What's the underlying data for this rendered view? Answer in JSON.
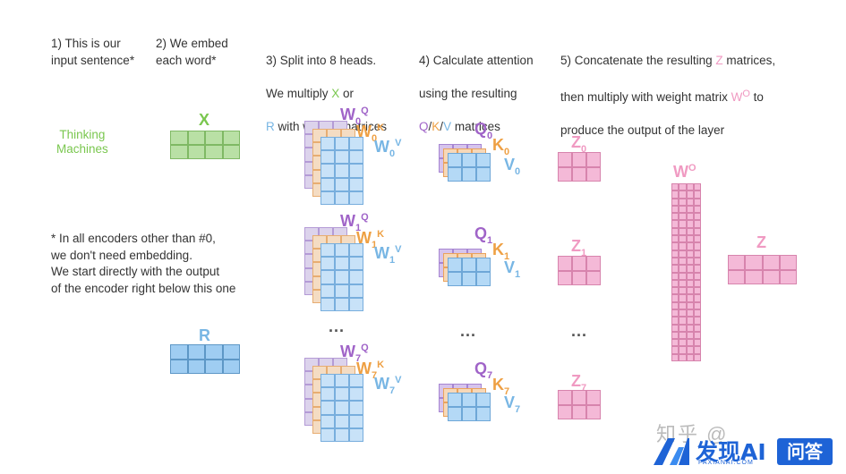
{
  "steps": {
    "s1": "1) This is our\ninput sentence*",
    "s2": "2) We embed\neach word*",
    "s3_a": "3) Split into 8 heads.",
    "s3_b1": "We multiply ",
    "s3_b2": "X",
    "s3_b3": " or",
    "s3_c1": "R",
    "s3_c2": " with weight matrices",
    "s4_a": "4) Calculate attention",
    "s4_b": "using the resulting",
    "s4_c1": "Q",
    "s4_c2": "/",
    "s4_c3": "K",
    "s4_c4": "/",
    "s4_c5": "V",
    "s4_c6": " matrices",
    "s5_a1": "5) Concatenate the resulting ",
    "s5_a2": "Z",
    "s5_a3": " matrices,",
    "s5_b1": "then multiply with weight matrix ",
    "s5_b2": "W",
    "s5_b3": "O",
    "s5_b4": " to",
    "s5_c": "produce the output of the layer"
  },
  "input_sentence": "Thinking\nMachines",
  "x_label": "X",
  "r_label": "R",
  "note": "* In all encoders other than #0,\nwe don't need embedding.\nWe start directly with the output\nof the encoder right below this one",
  "heads": [
    {
      "w": "W",
      "idx": "0",
      "q": "Q",
      "k": "K",
      "v": "V",
      "z": "Z",
      "zidx": "0"
    },
    {
      "w": "W",
      "idx": "1",
      "q": "Q",
      "k": "K",
      "v": "V",
      "z": "Z",
      "zidx": "1"
    },
    {
      "w": "W",
      "idx": "7",
      "q": "Q",
      "k": "K",
      "v": "V",
      "z": "Z",
      "zidx": "7"
    }
  ],
  "ellipsis": "...",
  "wo_label": "W",
  "wo_sup": "O",
  "z_label": "Z",
  "watermark": {
    "faint_text": "知乎 @",
    "brand_name": "发现AI",
    "brand_url": "FAXIANAI.COM",
    "qa_badge": "问答"
  },
  "colors": {
    "green": "#7ac74f",
    "blue": "#78b6e4",
    "purple": "#a064c8",
    "orange": "#eea044",
    "pink": "#f09ac2",
    "brand_blue": "#1e63d6"
  }
}
